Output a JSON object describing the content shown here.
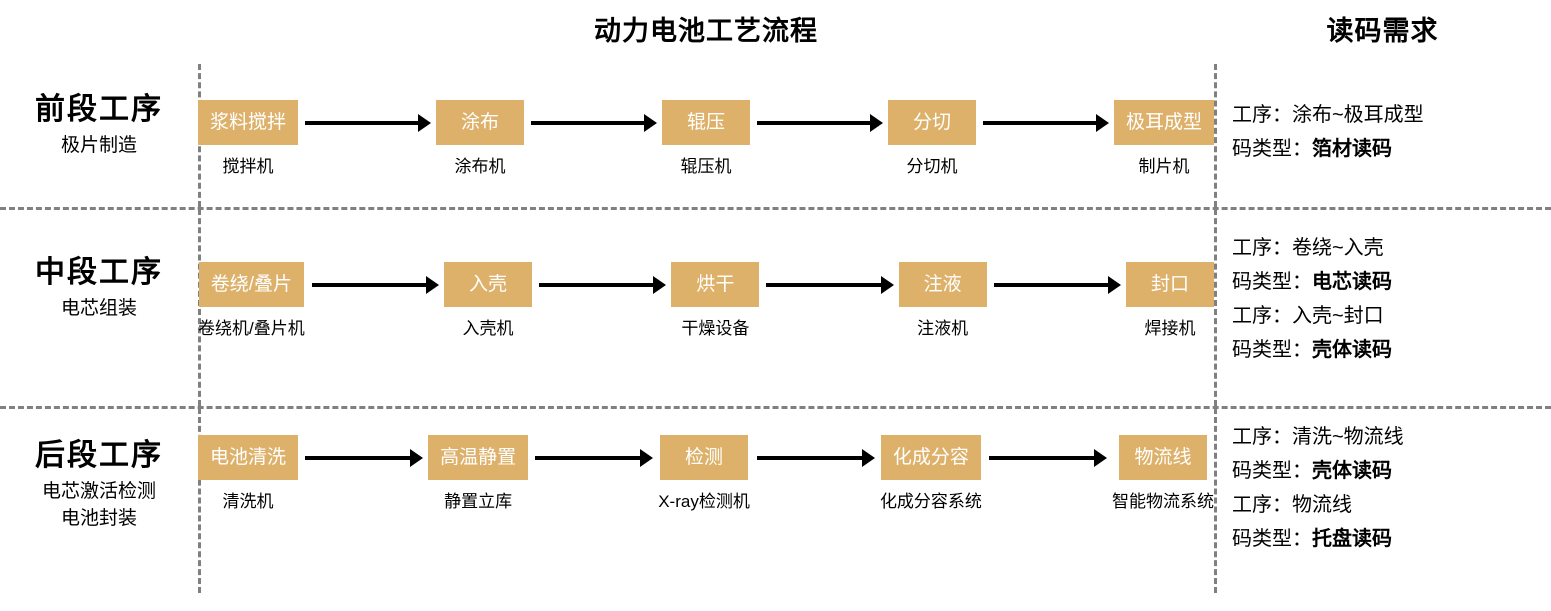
{
  "header": {
    "flow_title": "动力电池工艺流程",
    "requirement_title": "读码需求"
  },
  "colors": {
    "node_fill": "#ddb16a",
    "node_text": "#ffffff",
    "divider": "#808080",
    "arrow": "#000000",
    "text": "#000000"
  },
  "rows": [
    {
      "stage": "前段工序",
      "sub": "极片制造",
      "nodes": [
        {
          "label": "浆料搅拌",
          "caption": "搅拌机"
        },
        {
          "label": "涂布",
          "caption": "涂布机"
        },
        {
          "label": "辊压",
          "caption": "辊压机"
        },
        {
          "label": "分切",
          "caption": "分切机"
        },
        {
          "label": "极耳成型",
          "caption": "制片机"
        }
      ],
      "requirements": [
        {
          "label": "工序：",
          "value": "涂布~极耳成型",
          "bold": false
        },
        {
          "label": "码类型：",
          "value": "箔材读码",
          "bold": true
        }
      ]
    },
    {
      "stage": "中段工序",
      "sub": "电芯组装",
      "nodes": [
        {
          "label": "卷绕/叠片",
          "caption": "卷绕机/叠片机"
        },
        {
          "label": "入壳",
          "caption": "入壳机"
        },
        {
          "label": "烘干",
          "caption": "干燥设备"
        },
        {
          "label": "注液",
          "caption": "注液机"
        },
        {
          "label": "封口",
          "caption": "焊接机"
        }
      ],
      "requirements": [
        {
          "label": "工序：",
          "value": "卷绕~入壳",
          "bold": false
        },
        {
          "label": "码类型：",
          "value": "电芯读码",
          "bold": true
        },
        {
          "label": "工序：",
          "value": "入壳~封口",
          "bold": false
        },
        {
          "label": "码类型：",
          "value": "壳体读码",
          "bold": true
        }
      ]
    },
    {
      "stage": "后段工序",
      "sub": "电芯激活检测\n电池封装",
      "sub_line1": "电芯激活检测",
      "sub_line2": "电池封装",
      "nodes": [
        {
          "label": "电池清洗",
          "caption": "清洗机"
        },
        {
          "label": "高温静置",
          "caption": "静置立库"
        },
        {
          "label": "检测",
          "caption": "X-ray检测机"
        },
        {
          "label": "化成分容",
          "caption": "化成分容系统"
        },
        {
          "label": "物流线",
          "caption": "智能物流系统"
        }
      ],
      "requirements": [
        {
          "label": "工序：",
          "value": "清洗~物流线",
          "bold": false
        },
        {
          "label": "码类型：",
          "value": "壳体读码",
          "bold": true
        },
        {
          "label": "工序：",
          "value": "物流线",
          "bold": false
        },
        {
          "label": "码类型：",
          "value": "托盘读码",
          "bold": true
        }
      ]
    }
  ]
}
